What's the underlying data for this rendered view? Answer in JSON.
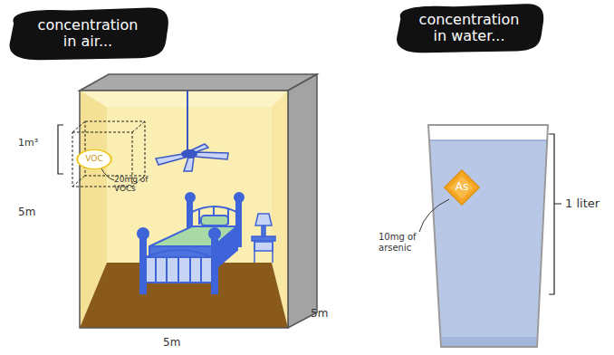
{
  "diagram": {
    "nodes": [
      {
        "text": [
          "concentration in air..."
        ]
      },
      {
        "text": [
          "concentration in water..."
        ]
      },
      {
        "text": [
          "VOC"
        ]
      },
      {
        "text": [
          "As"
        ]
      }
    ],
    "labels": [
      "1m³",
      "20mg of VOCs",
      "5m",
      "5m",
      "5m",
      "10mg of arsenic",
      "1 liter"
    ]
  }
}
